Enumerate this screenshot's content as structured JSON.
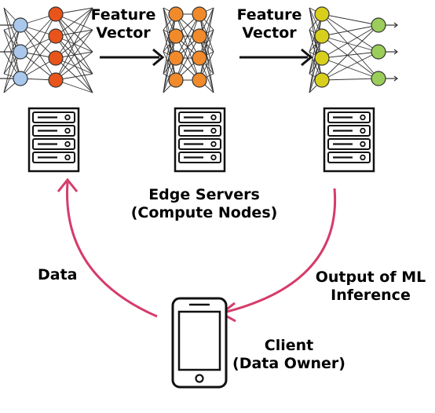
{
  "labels": {
    "feature_vector_1": [
      "Feature",
      "Vector"
    ],
    "feature_vector_2": [
      "Feature",
      "Vector"
    ],
    "edge_servers": [
      "Edge Servers",
      "(Compute Nodes)"
    ],
    "data": "Data",
    "output": [
      "Output of ML",
      "Inference"
    ],
    "client": [
      "Client",
      "(Data Owner)"
    ]
  },
  "networks": [
    {
      "layers": [
        3,
        4
      ],
      "colors": [
        "#a9c8ec",
        "#e8541a"
      ],
      "incoming_lines": true
    },
    {
      "layers": [
        4,
        4
      ],
      "colors": [
        "#f08a2a",
        "#f08a2a"
      ],
      "incoming_lines": false
    },
    {
      "layers": [
        4,
        3
      ],
      "colors": [
        "#d8cf1c",
        "#9acd5a"
      ],
      "incoming_lines": false
    }
  ],
  "colors": {
    "arc": "#d63c6b",
    "node_stroke": "#333333",
    "server_stroke": "#111111"
  }
}
